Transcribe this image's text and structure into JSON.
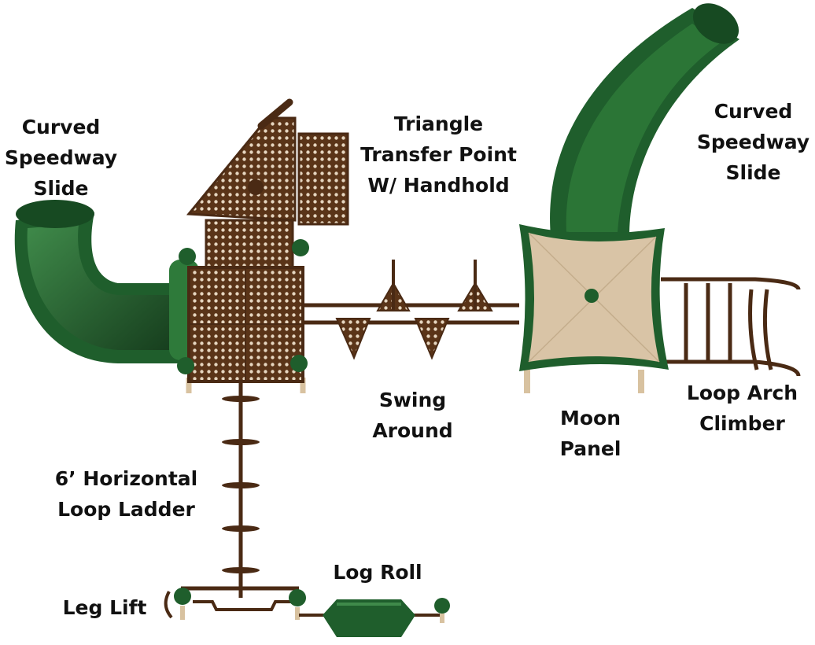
{
  "colors": {
    "slide_green": "#1f5e2c",
    "slide_green_light": "#3f8a4a",
    "frame_brown": "#4a2a14",
    "deck_brown": "#5a3418",
    "roof_tan": "#d9c4a6",
    "post_tan": "#d8c2a0",
    "text": "#111111"
  },
  "labels": {
    "curved_slide_left": [
      "Curved",
      "Speedway",
      "Slide"
    ],
    "triangle_transfer": [
      "Triangle",
      "Transfer Point",
      "W/ Handhold"
    ],
    "curved_slide_right": [
      "Curved",
      "Speedway",
      "Slide"
    ],
    "swing_around": [
      "Swing",
      "Around"
    ],
    "moon_panel": [
      "Moon",
      "Panel"
    ],
    "loop_arch_climber": [
      "Loop Arch",
      "Climber"
    ],
    "horizontal_loop_ladder": [
      "6’ Horizontal",
      "Loop Ladder"
    ],
    "log_roll": [
      "Log Roll"
    ],
    "leg_lift": [
      "Leg Lift"
    ]
  },
  "icons": {
    "left_slide": "curved-slide-icon",
    "right_slide": "curved-slide-icon",
    "deck": "perforated-deck-icon",
    "roof": "moon-panel-roof-icon",
    "log": "log-roll-icon"
  }
}
